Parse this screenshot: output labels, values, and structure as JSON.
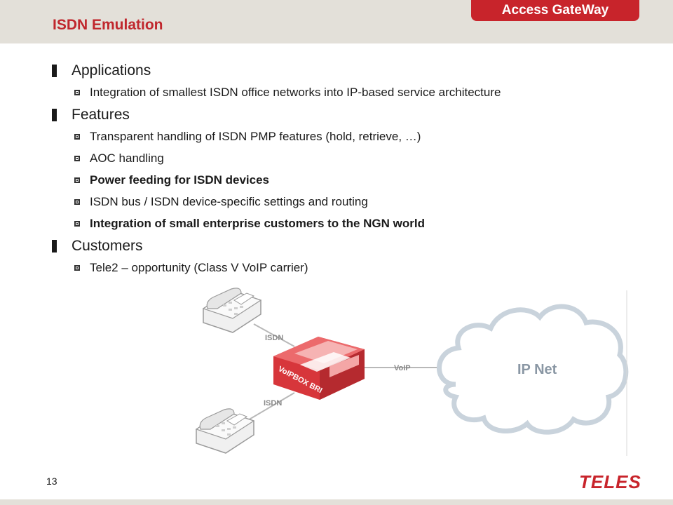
{
  "header": {
    "title": "ISDN Emulation",
    "brand_tab": "Access GateWay"
  },
  "sections": [
    {
      "heading": "Applications",
      "items": [
        {
          "text": "Integration of smallest ISDN office networks into IP-based service architecture",
          "bold": false
        }
      ]
    },
    {
      "heading": "Features",
      "items": [
        {
          "text": "Transparent handling of ISDN PMP features (hold, retrieve, …)",
          "bold": false
        },
        {
          "text": "AOC handling",
          "bold": false
        },
        {
          "text": "Power feeding for ISDN devices",
          "bold": true
        },
        {
          "text": "ISDN bus / ISDN device-specific settings and routing",
          "bold": false
        },
        {
          "text": "Integration of small enterprise customers to the NGN world",
          "bold": true
        }
      ]
    },
    {
      "heading": "Customers",
      "items": [
        {
          "text": "Tele2 – opportunity (Class V VoIP carrier)",
          "bold": false
        }
      ]
    }
  ],
  "diagram": {
    "isdn_top_label": "ISDN",
    "isdn_bottom_label": "ISDN",
    "voip_label": "VoIP",
    "box_label": "VoIPBOX BRI",
    "cloud_label": "IP Net"
  },
  "footer": {
    "page_number": "13",
    "logo_text": "TELES"
  },
  "colors": {
    "accent_red": "#c8242b",
    "band_beige": "#e3e0d9"
  }
}
